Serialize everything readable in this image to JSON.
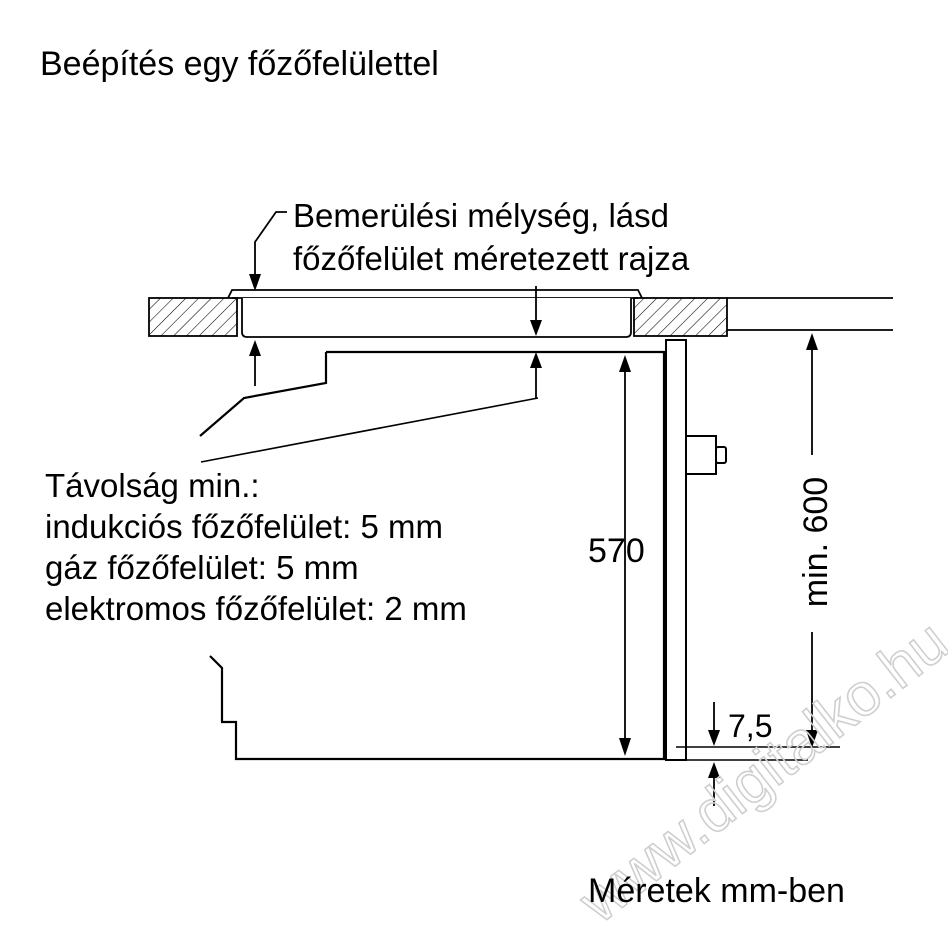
{
  "title": "Beépítés egy főzőfelülettel",
  "depth_note": {
    "line1": "Bemerülési mélység, lásd",
    "line2": "főzőfelület méretezett rajza"
  },
  "distance_note": {
    "line1": "Távolság min.:",
    "line2": "indukciós főzőfelület: 5 mm",
    "line3": "gáz főzőfelület: 5 mm",
    "line4": "elektromos főzőfelület: 2 mm"
  },
  "dimensions": {
    "height_570": "570",
    "min_600": "min. 600",
    "gap_7_5": "7,5"
  },
  "footer": "Méretek mm-ben",
  "watermark": "www.digitalko.hu"
}
